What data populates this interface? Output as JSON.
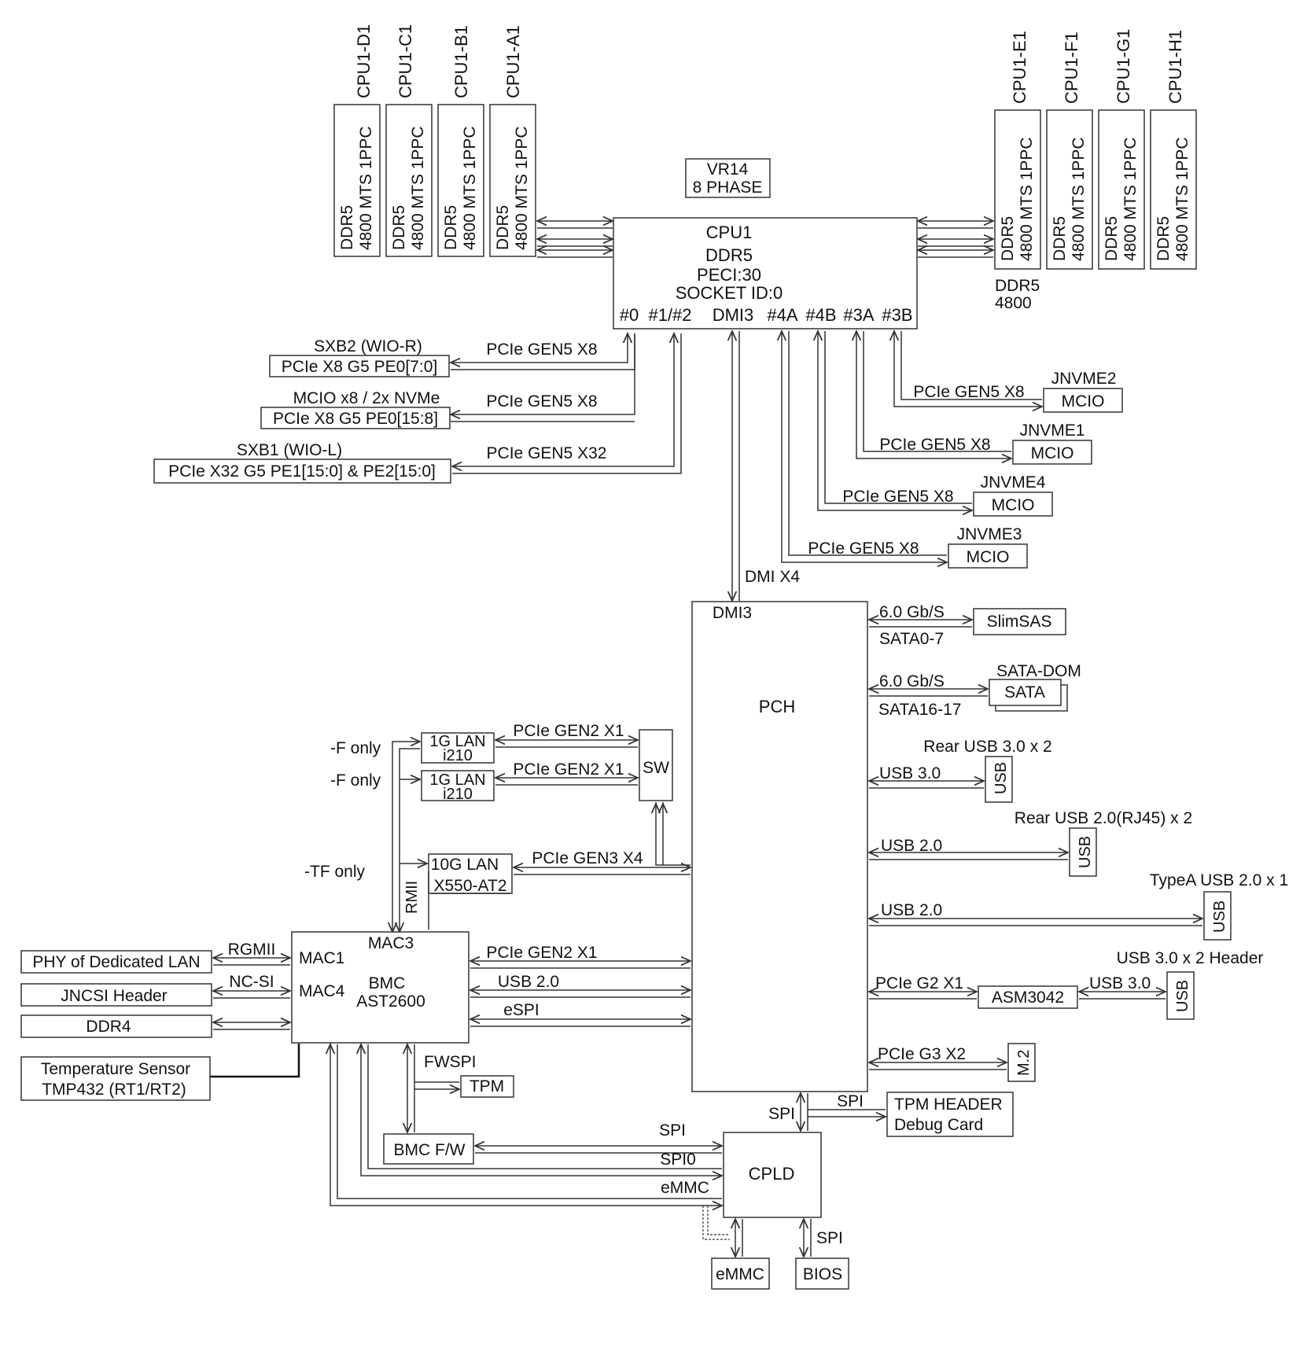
{
  "dimms_left": [
    {
      "slot": "CPU1-D1",
      "line1": "DDR5",
      "line2": "4800 MTS 1PPC"
    },
    {
      "slot": "CPU1-C1",
      "line1": "DDR5",
      "line2": "4800 MTS 1PPC"
    },
    {
      "slot": "CPU1-B1",
      "line1": "DDR5",
      "line2": "4800 MTS 1PPC"
    },
    {
      "slot": "CPU1-A1",
      "line1": "DDR5",
      "line2": "4800 MTS 1PPC"
    }
  ],
  "dimms_right": [
    {
      "slot": "CPU1-E1",
      "line1": "DDR5",
      "line2": "4800 MTS 1PPC"
    },
    {
      "slot": "CPU1-F1",
      "line1": "DDR5",
      "line2": "4800 MTS 1PPC"
    },
    {
      "slot": "CPU1-G1",
      "line1": "DDR5",
      "line2": "4800 MTS 1PPC"
    },
    {
      "slot": "CPU1-H1",
      "line1": "DDR5",
      "line2": "4800 MTS 1PPC"
    }
  ],
  "ddr5_note": [
    "DDR5",
    "4800"
  ],
  "vr": [
    "VR14",
    "8 PHASE"
  ],
  "cpu": {
    "lines": [
      "CPU1",
      "DDR5",
      "PECI:30",
      "SOCKET ID:0"
    ],
    "ports": [
      "#0",
      "#1/#2",
      "DMI3",
      "#4A",
      "#4B",
      "#3A",
      "#3B"
    ]
  },
  "left_slots": [
    {
      "title": "SXB2 (WIO-R)",
      "box": "PCIe X8 G5 PE0[7:0]",
      "link": "PCIe GEN5 X8"
    },
    {
      "title": "MCIO x8 / 2x NVMe",
      "box": "PCIe X8 G5 PE0[15:8]",
      "link": "PCIe GEN5 X8"
    },
    {
      "title": "SXB1 (WIO-L)",
      "box": "PCIe X32 G5 PE1[15:0] & PE2[15:0]",
      "link": "PCIe GEN5 X32"
    }
  ],
  "nvme": [
    {
      "title": "JNVME2",
      "box": "MCIO",
      "link": "PCIe GEN5 X8"
    },
    {
      "title": "JNVME1",
      "box": "MCIO",
      "link": "PCIe GEN5 X8"
    },
    {
      "title": "JNVME4",
      "box": "MCIO",
      "link": "PCIe GEN5 X8"
    },
    {
      "title": "JNVME3",
      "box": "MCIO",
      "link": "PCIe GEN5 X8"
    }
  ],
  "dmi_link": "DMI X4",
  "pch": {
    "title": "PCH",
    "dmi": "DMI3"
  },
  "pch_right": {
    "slimsas": {
      "speed": "6.0 Gb/S",
      "port": "SATA0-7",
      "box": "SlimSAS"
    },
    "satadom": {
      "speed": "6.0 Gb/S",
      "port": "SATA16-17",
      "title": "SATA-DOM",
      "box": "SATA"
    },
    "usb3": {
      "link": "USB 3.0",
      "title": "Rear USB 3.0 x 2",
      "box": "USB"
    },
    "usb2_rear": {
      "link": "USB 2.0",
      "title": "Rear USB 2.0(RJ45) x 2",
      "box": "USB"
    },
    "usb2_typea": {
      "link": "USB 2.0",
      "title": "TypeA USB 2.0 x 1",
      "box": "USB"
    },
    "asm": {
      "link": "PCIe G2 X1",
      "box": "ASM3042",
      "link2": "USB 3.0",
      "title": "USB 3.0 x 2 Header",
      "usb": "USB"
    },
    "m2": {
      "link": "PCIe G3 X2",
      "box": "M.2"
    }
  },
  "lan": {
    "f_only_1": "-F only",
    "f_only_2": "-F only",
    "tf_only": "-TF only",
    "i210_a": [
      "1G LAN",
      "i210"
    ],
    "i210_b": [
      "1G LAN",
      "i210"
    ],
    "x550": [
      "10G LAN",
      "X550-AT2"
    ],
    "sw": "SW",
    "link_a": "PCIe GEN2 X1",
    "link_b": "PCIe GEN2 X1",
    "link_x550": "PCIe GEN3 X4",
    "rmii": "RMII"
  },
  "bmc": {
    "mac3": "MAC3",
    "mac1": "MAC1",
    "mac4": "MAC4",
    "title": "BMC",
    "chip": "AST2600",
    "links": [
      "PCIe GEN2 X1",
      "USB 2.0",
      "eSPI"
    ]
  },
  "bmc_left": [
    {
      "box": "PHY of Dedicated LAN",
      "link": "RGMII"
    },
    {
      "box": "JNCSI Header",
      "link": "NC-SI"
    },
    {
      "box": "DDR4",
      "link": ""
    }
  ],
  "temp_sensor": [
    "Temperature Sensor",
    "TMP432 (RT1/RT2)"
  ],
  "fwspi": "FWSPI",
  "tpm": "TPM",
  "bmc_fw": "BMC F/W",
  "cpld": "CPLD",
  "cpld_links": [
    "SPI",
    "SPI0",
    "eMMC"
  ],
  "pch_spi": "SPI",
  "tpm_link": "SPI",
  "tpm_header": [
    "TPM HEADER",
    "Debug Card"
  ],
  "emmc": "eMMC",
  "bios": "BIOS",
  "bios_link": "SPI"
}
